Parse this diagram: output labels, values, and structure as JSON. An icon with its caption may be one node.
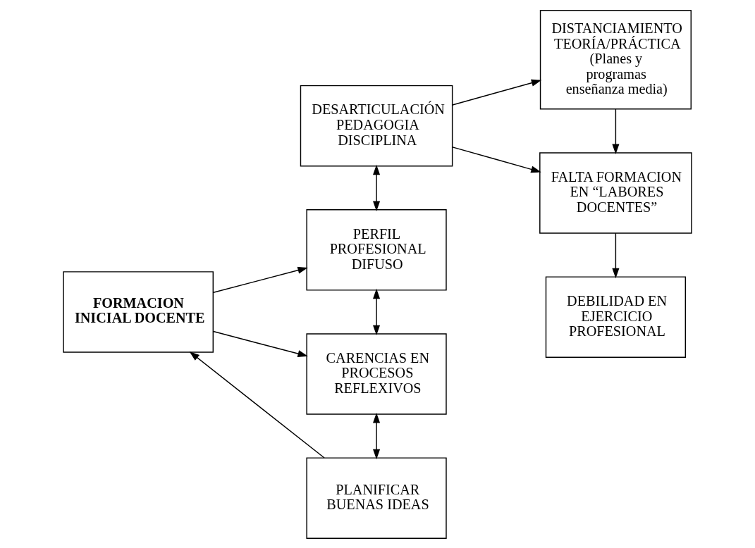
{
  "diagram": {
    "nodes": [
      {
        "text": [
          "FORMACION INICIAL DOCENTE"
        ]
      },
      {
        "text": [
          "DESARTICULACIÓN PEDAGOGIA DISCIPLINA"
        ]
      },
      {
        "text": [
          "DISTANCIAMIENTO TEORÍA/PRÁCTICA",
          "(Planes y programas enseñanza media)"
        ]
      },
      {
        "text": [
          "PERFIL PROFESIONAL DIFUSO"
        ]
      },
      {
        "text": [
          "FALTA FORMACION EN “LABORES DOCENTES”"
        ]
      },
      {
        "text": [
          "CARENCIAS EN PROCESOS REFLEXIVOS"
        ]
      },
      {
        "text": [
          "DEBILIDAD EN EJERCICIO PROFESIONAL"
        ]
      },
      {
        "text": [
          "PLANIFICAR BUENAS IDEAS"
        ]
      }
    ],
    "edges": [
      {
        "from": 1,
        "to": 2,
        "arrow": "to"
      },
      {
        "from": 1,
        "to": 3,
        "arrow": "both"
      },
      {
        "from": 0,
        "to": 3,
        "arrow": "to"
      },
      {
        "from": 1,
        "to": 4,
        "arrow": "to"
      },
      {
        "from": 2,
        "to": 4,
        "arrow": "to"
      },
      {
        "from": 3,
        "to": 5,
        "arrow": "both"
      },
      {
        "from": 0,
        "to": 5,
        "arrow": "to"
      },
      {
        "from": 4,
        "to": 6,
        "arrow": "to"
      },
      {
        "from": 5,
        "to": 7,
        "arrow": "both"
      },
      {
        "from": 7,
        "to": 0,
        "arrow": "to"
      }
    ]
  }
}
